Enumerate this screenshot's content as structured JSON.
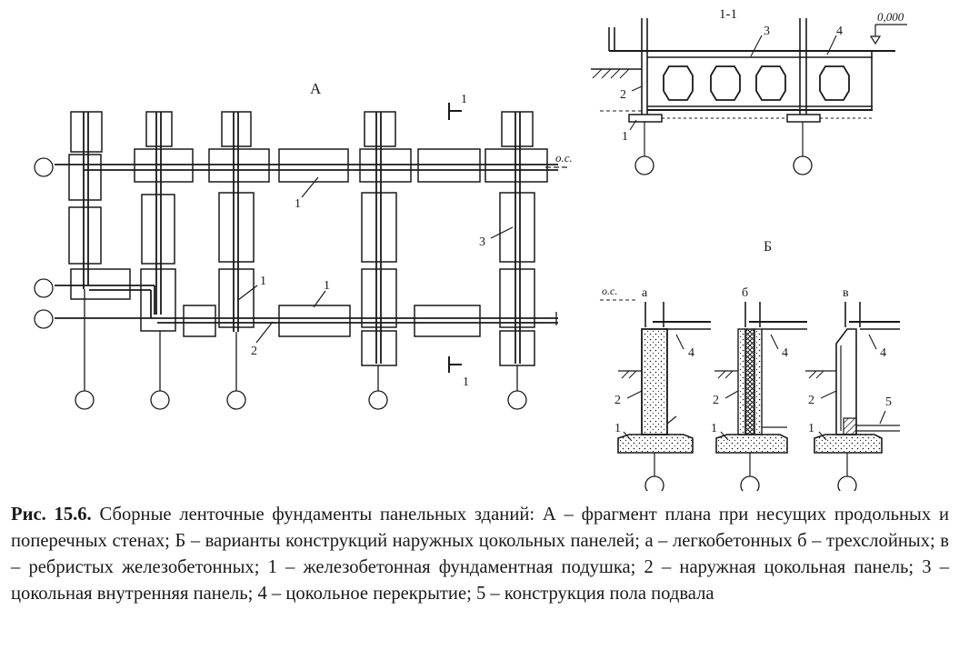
{
  "plan": {
    "section_mark_letter": "А",
    "cut_number": "1",
    "level_label": "о.с.",
    "labels": {
      "slab_top": "1",
      "slab_bottom": "1",
      "outer_panel": "2",
      "inner_panel": "3",
      "pad": "1"
    }
  },
  "section": {
    "title": "1-1",
    "elevation": "0,000",
    "labels": {
      "pad": "1",
      "panel": "2",
      "slab": "3",
      "floor": "4"
    }
  },
  "variants": {
    "title": "Б",
    "level_label": "о.с.",
    "items": [
      {
        "letter": "а",
        "pad": "1",
        "panel": "2",
        "floor": "4"
      },
      {
        "letter": "б",
        "pad": "1",
        "panel": "2",
        "floor": "4"
      },
      {
        "letter": "в",
        "pad": "1",
        "panel": "2",
        "floor": "4",
        "basement_floor": "5"
      }
    ]
  },
  "caption": {
    "label": "Рис. 15.6.",
    "text": " Сборные ленточные фундаменты панельных зданий: А – фрагмент плана при несущих продольных и поперечных стенах; Б – варианты конструкций наружных цокольных панелей; а – легкобетонных б – трехслойных; в – ребристых железобетонных; 1 – железобетонная фундаментная подушка; 2 – наружная цокольная панель; 3 – цокольная внутренняя панель; 4 – цокольное перекрытие; 5 – конструкция пола подвала"
  }
}
